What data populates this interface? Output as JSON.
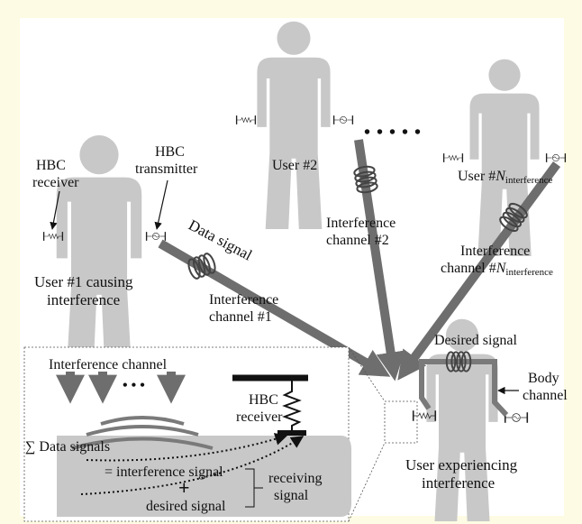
{
  "colors": {
    "background": "#fdfbe3",
    "panel": "#ffffff",
    "body": "#c8c8c8",
    "arrow": "#6e6e6e",
    "device": "#222222"
  },
  "icons": {
    "receiver": "resistor-electrode-icon",
    "transmitter": "sine-source-electrode-icon",
    "coil": "coil-spring-icon"
  },
  "users": {
    "user1": "User #1 causing interference",
    "user2": "User #2",
    "userN_prefix": "User #",
    "userN_var": "N",
    "userN_sub": "interference",
    "victim": "User experiencing interference"
  },
  "devices": {
    "receiver": "HBC receiver",
    "transmitter": "HBC transmitter"
  },
  "channels": {
    "data_signal": "Data signal",
    "interference1_line1": "Interference",
    "interference1_line2": "channel #1",
    "interference2_line1": "Interference",
    "interference2_line2": "channel #2",
    "interferenceN_line1": "Interference",
    "interferenceN_prefix": "channel #",
    "interferenceN_var": "N",
    "interferenceN_sub": "interference",
    "desired_signal": "Desired signal",
    "body_channel": "Body channel"
  },
  "inset": {
    "interference_channel": "Interference channel",
    "sum_data_signals": "∑ Data signals",
    "hbc_receiver": "HBC receiver",
    "eq_interference": "= interference signal",
    "plus": "+",
    "desired_signal": "desired signal",
    "receiving_signal": "receiving signal",
    "dots": "• • •"
  },
  "dots_between_users": "• • • • •"
}
